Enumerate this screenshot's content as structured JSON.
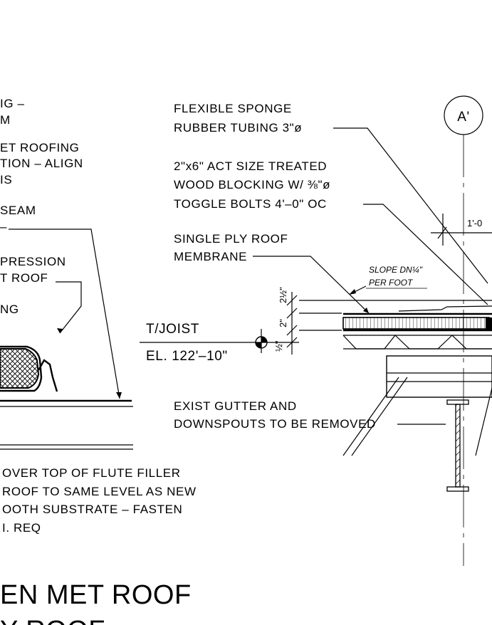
{
  "left_notes": {
    "note1": [
      "IG  –",
      "M"
    ],
    "note2": [
      "ET  ROOFING",
      "TION  –  ALIGN",
      "IS"
    ],
    "note3": [
      " SEAM",
      "–"
    ],
    "note4": [
      "PRESSION",
      "T  ROOF"
    ],
    "note5": [
      "NG"
    ],
    "bottom_note": [
      "OVER  TOP  OF  FLUTE  FILLER",
      "ROOF  TO  SAME  LEVEL  AS  NEW",
      "OOTH  SUBSTRATE  –  FASTEN",
      "I.  REQ"
    ]
  },
  "right_notes": {
    "tubing": [
      "FLEXIBLE  SPONGE",
      "RUBBER  TUBING  3\"ø"
    ],
    "blocking": [
      "2\"x6\"  ACT  SIZE  TREATED",
      "WOOD  BLOCKING  W/  ⅜\"ø",
      "TOGGLE  BOLTS  4'–0\"  OC"
    ],
    "membrane": [
      "SINGLE  PLY  ROOF",
      "MEMBRANE"
    ],
    "gutter": [
      "EXIST  GUTTER  AND",
      "DOWNSPOUTS  TO  BE  REMOVED"
    ]
  },
  "slope_note": [
    "SLOPE DN¼\"",
    "PER FOOT"
  ],
  "elevation": {
    "label": "T/JOIST",
    "value": "EL.  122'–10\""
  },
  "dimensions": {
    "top": "2½\"",
    "mid": "2\"",
    "bottom": "½\"",
    "right": "1'-0"
  },
  "grid_bubble": "A'",
  "titles": [
    "EN MET ROOF",
    "Y ROOF"
  ]
}
